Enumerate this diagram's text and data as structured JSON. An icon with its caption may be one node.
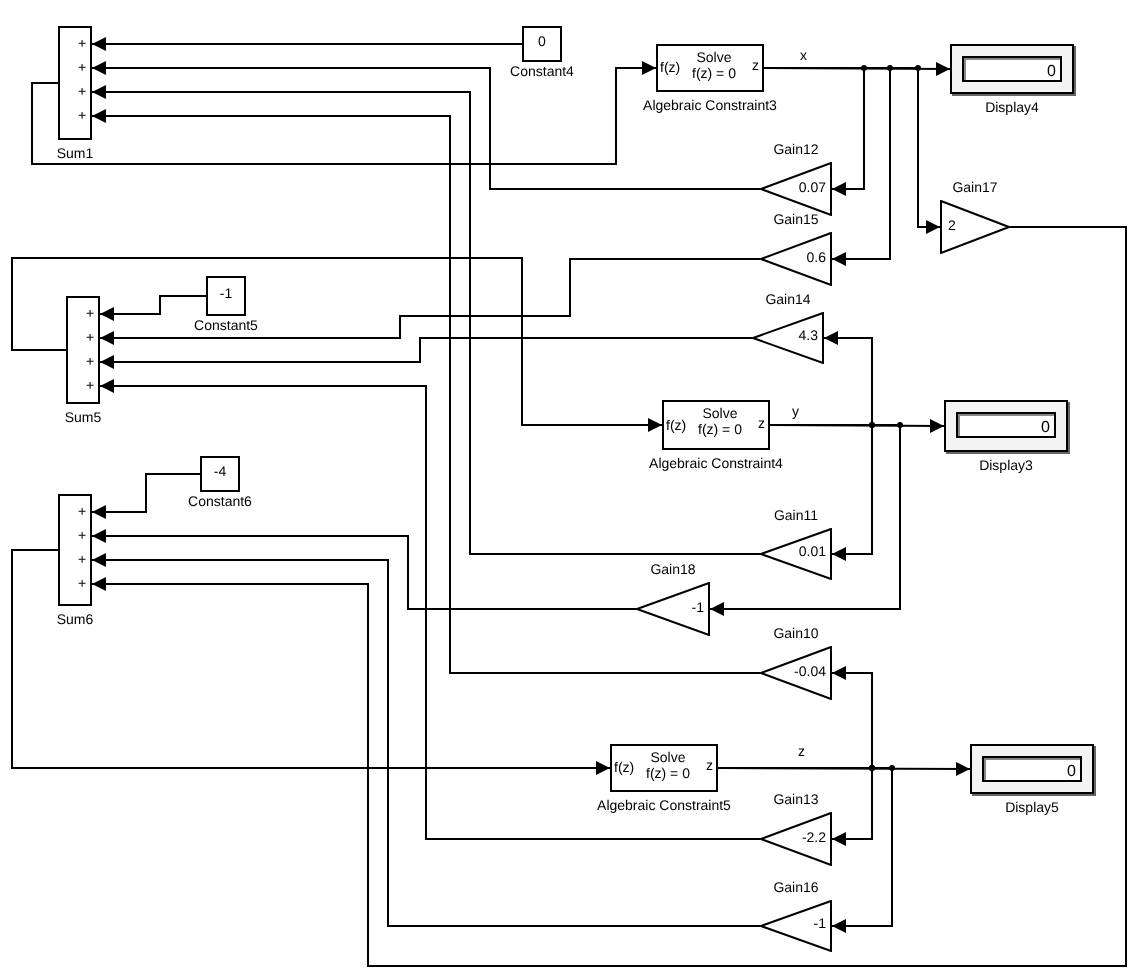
{
  "diagram": {
    "nodes": [
      {
        "text": [
          "+",
          "+",
          "+",
          "+",
          "Sum1"
        ]
      },
      {
        "text": [
          "0",
          "Constant4"
        ]
      },
      {
        "text": [
          "f(z)",
          "Solve f(z) = 0",
          "z",
          "Algebraic Constraint3"
        ]
      },
      {
        "text": [
          "0",
          "Display4"
        ]
      },
      {
        "text": [
          "Gain12",
          "0.07"
        ]
      },
      {
        "text": [
          "Gain17",
          "2"
        ]
      },
      {
        "text": [
          "Gain15",
          "0.6"
        ]
      },
      {
        "text": [
          "+",
          "+",
          "+",
          "+",
          "Sum5"
        ]
      },
      {
        "text": [
          "-1",
          "Constant5"
        ]
      },
      {
        "text": [
          "Gain14",
          "4.3"
        ]
      },
      {
        "text": [
          "f(z)",
          "Solve f(z) = 0",
          "z",
          "Algebraic Constraint4"
        ]
      },
      {
        "text": [
          "0",
          "Display3"
        ]
      },
      {
        "text": [
          "-4",
          "Constant6"
        ]
      },
      {
        "text": [
          "+",
          "+",
          "+",
          "+",
          "Sum6"
        ]
      },
      {
        "text": [
          "Gain11",
          "0.01"
        ]
      },
      {
        "text": [
          "Gain18",
          "-1"
        ]
      },
      {
        "text": [
          "Gain10",
          "-0.04"
        ]
      },
      {
        "text": [
          "f(z)",
          "Solve f(z) = 0",
          "z",
          "Algebraic Constraint5"
        ]
      },
      {
        "text": [
          "0",
          "Display5"
        ]
      },
      {
        "text": [
          "Gain13",
          "-2.2"
        ]
      },
      {
        "text": [
          "Gain16",
          "-1"
        ]
      }
    ],
    "edges": [
      {
        "from": 2,
        "to": 3,
        "arrow": "to",
        "label": "x"
      },
      {
        "from": 2,
        "to": 4,
        "arrow": "to"
      },
      {
        "from": 2,
        "to": 6,
        "arrow": "to"
      },
      {
        "from": 2,
        "to": 5,
        "arrow": "to"
      },
      {
        "from": 10,
        "to": 11,
        "arrow": "to",
        "label": "y"
      },
      {
        "from": 10,
        "to": 9,
        "arrow": "to"
      },
      {
        "from": 10,
        "to": 14,
        "arrow": "to"
      },
      {
        "from": 10,
        "to": 15,
        "arrow": "to"
      },
      {
        "from": 17,
        "to": 18,
        "arrow": "to",
        "label": "z"
      },
      {
        "from": 17,
        "to": 16,
        "arrow": "to"
      },
      {
        "from": 17,
        "to": 19,
        "arrow": "to"
      },
      {
        "from": 17,
        "to": 20,
        "arrow": "to"
      },
      {
        "from": 1,
        "to": 0,
        "arrow": "to"
      },
      {
        "from": 4,
        "to": 0,
        "arrow": "to"
      },
      {
        "from": 14,
        "to": 0,
        "arrow": "to"
      },
      {
        "from": 16,
        "to": 0,
        "arrow": "to"
      },
      {
        "from": 0,
        "to": 2,
        "arrow": "to"
      },
      {
        "from": 8,
        "to": 7,
        "arrow": "to"
      },
      {
        "from": 6,
        "to": 7,
        "arrow": "to"
      },
      {
        "from": 9,
        "to": 7,
        "arrow": "to"
      },
      {
        "from": 19,
        "to": 7,
        "arrow": "to"
      },
      {
        "from": 7,
        "to": 10,
        "arrow": "to"
      },
      {
        "from": 12,
        "to": 13,
        "arrow": "to"
      },
      {
        "from": 15,
        "to": 13,
        "arrow": "to"
      },
      {
        "from": 20,
        "to": 13,
        "arrow": "to"
      },
      {
        "from": 5,
        "to": 13,
        "arrow": "to"
      },
      {
        "from": 13,
        "to": 17,
        "arrow": "to"
      }
    ]
  }
}
